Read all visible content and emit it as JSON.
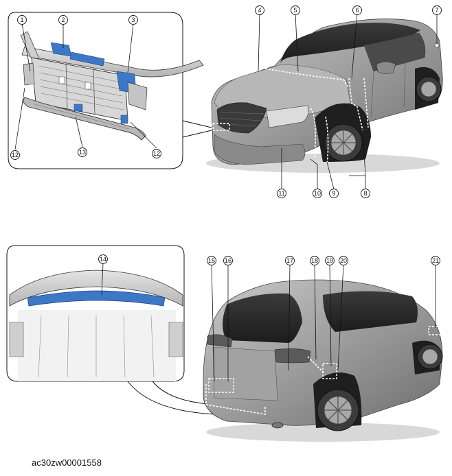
{
  "caption": "ac30zw00001558",
  "callouts": [
    "1",
    "2",
    "3",
    "4",
    "5",
    "6",
    "7",
    "8",
    "9",
    "10",
    "11",
    "12",
    "13",
    "14",
    "15",
    "16",
    "17",
    "18",
    "19",
    "20",
    "21"
  ],
  "colors": {
    "highlight": "#3d78c8",
    "body": "#9a9a9a",
    "outline": "#111111"
  }
}
